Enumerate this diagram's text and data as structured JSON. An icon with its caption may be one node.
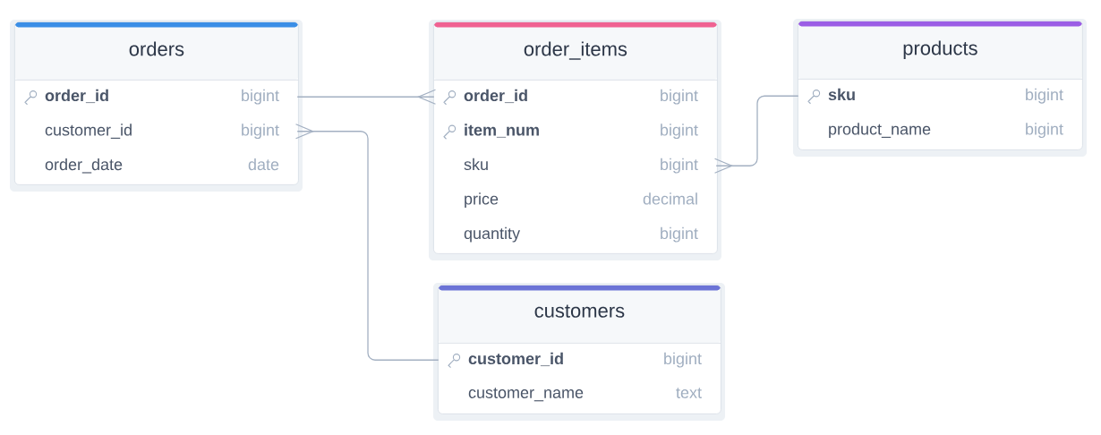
{
  "diagram": {
    "nodes": [
      {
        "text": [
          "orders"
        ]
      },
      {
        "text": [
          "order_id",
          "bigint"
        ],
        "in": 0
      },
      {
        "text": [
          "customer_id",
          "bigint"
        ],
        "in": 0
      },
      {
        "text": [
          "order_date",
          "date"
        ],
        "in": 0
      },
      {
        "text": [
          "order_items"
        ]
      },
      {
        "text": [
          "order_id",
          "bigint"
        ],
        "in": 4
      },
      {
        "text": [
          "item_num",
          "bigint"
        ],
        "in": 4
      },
      {
        "text": [
          "sku",
          "bigint"
        ],
        "in": 4
      },
      {
        "text": [
          "price",
          "decimal"
        ],
        "in": 4
      },
      {
        "text": [
          "quantity",
          "bigint"
        ],
        "in": 4
      },
      {
        "text": [
          "products"
        ]
      },
      {
        "text": [
          "sku",
          "bigint"
        ],
        "in": 10
      },
      {
        "text": [
          "product_name",
          "bigint"
        ],
        "in": 10
      },
      {
        "text": [
          "customers"
        ]
      },
      {
        "text": [
          "customer_id",
          "bigint"
        ],
        "in": 13
      },
      {
        "text": [
          "customer_name",
          "text"
        ],
        "in": 13
      }
    ],
    "edges": [
      {
        "from": 5,
        "to": 1,
        "arrow": "other"
      },
      {
        "from": 2,
        "to": 14,
        "arrow": "other"
      },
      {
        "from": 7,
        "to": 11,
        "arrow": "other"
      }
    ]
  }
}
